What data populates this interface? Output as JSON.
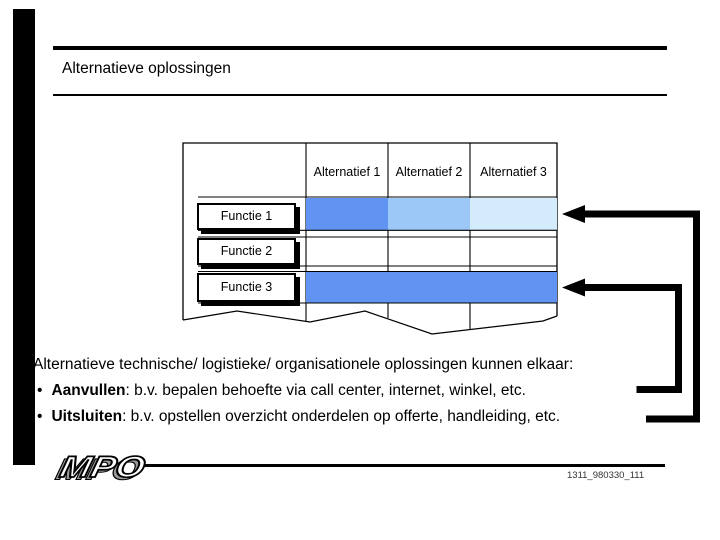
{
  "slide": {
    "title": "Alternatieve oplossingen",
    "logo_text": "MPO",
    "doc_id": "1311_980330_111"
  },
  "matrix": {
    "column_headers": [
      "Alternatief 1",
      "Alternatief 2",
      "Alternatief 3"
    ],
    "row_labels": [
      "Functie 1",
      "Functie 2",
      "Functie 3"
    ],
    "cells": [
      [
        "strong",
        "medium",
        "light"
      ],
      [
        "none",
        "none",
        "none"
      ],
      [
        "strong",
        "strong",
        "strong"
      ]
    ]
  },
  "body": {
    "intro": "Alternatieve technische/ logistieke/ organisationele oplossingen kunnen elkaar:",
    "bullet_char": "•",
    "bullets": [
      {
        "term": "Aanvullen",
        "rest": ": b.v. bepalen behoefte via call center, internet, winkel, etc."
      },
      {
        "term": "Uitsluiten",
        "rest": ": b.v. opstellen overzicht onderdelen op offerte, handleiding, etc."
      }
    ]
  },
  "colors": {
    "cell_strong": "#6093F2",
    "cell_medium": "#9CC8F8",
    "cell_light": "#D3EBFB",
    "line_black": "#000000"
  }
}
